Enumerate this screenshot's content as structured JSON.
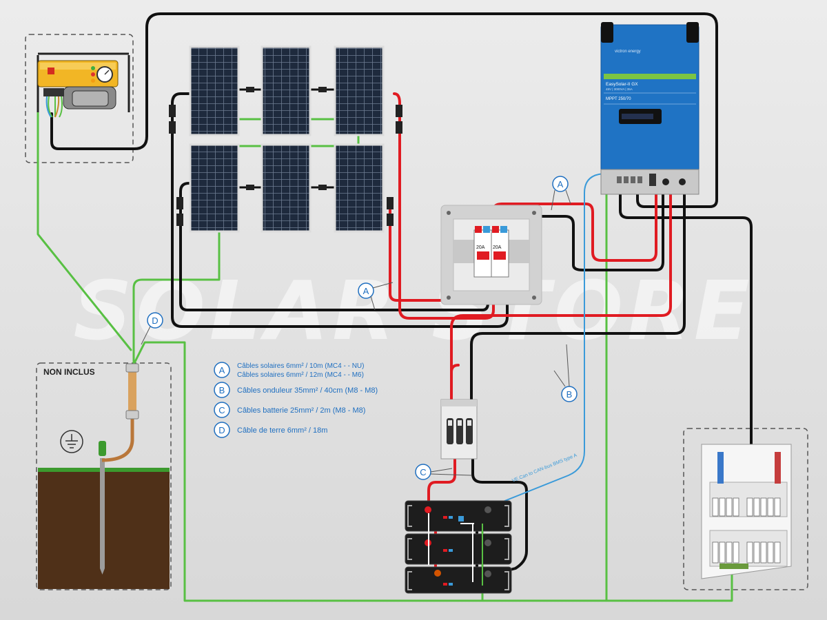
{
  "watermark": "SOLAR STORE",
  "labels": {
    "non_inclus": "NON INCLUS",
    "callout_a": "A",
    "callout_b": "B",
    "callout_c": "C",
    "callout_d": "D"
  },
  "legend": [
    {
      "letter": "A",
      "lines": [
        "Câbles solaires 6mm² / 10m (MC4 - - NU)",
        "Câbles solaires 6mm² / 12m (MC4 - - M6)"
      ]
    },
    {
      "letter": "B",
      "lines": [
        "Câbles onduleur 35mm² / 40cm (M8 - M8)"
      ]
    },
    {
      "letter": "C",
      "lines": [
        "Câbles batterie 25mm² / 2m (M8 - M8)"
      ]
    },
    {
      "letter": "D",
      "lines": [
        "Câble de terre 6mm² / 18m"
      ]
    }
  ],
  "inverter": {
    "brand": "victron energy",
    "model": "EasySolar-II GX",
    "spec": "48V | 3000VA | 35A",
    "mppt": "MPPT 250/70"
  },
  "pv_breaker": {
    "rating_1": "20A",
    "rating_2": "20A"
  },
  "comm_cable": "VE.Can to CAN-bus BMS type A",
  "colors": {
    "background": "#e4e4e4",
    "earth_wire": "#58c043",
    "positive_wire": "#e01b22",
    "negative_wire": "#111111",
    "comm_wire": "#3a9ad9",
    "inverter_blue": "#1f73c4",
    "callout": "#1f6fc0"
  }
}
